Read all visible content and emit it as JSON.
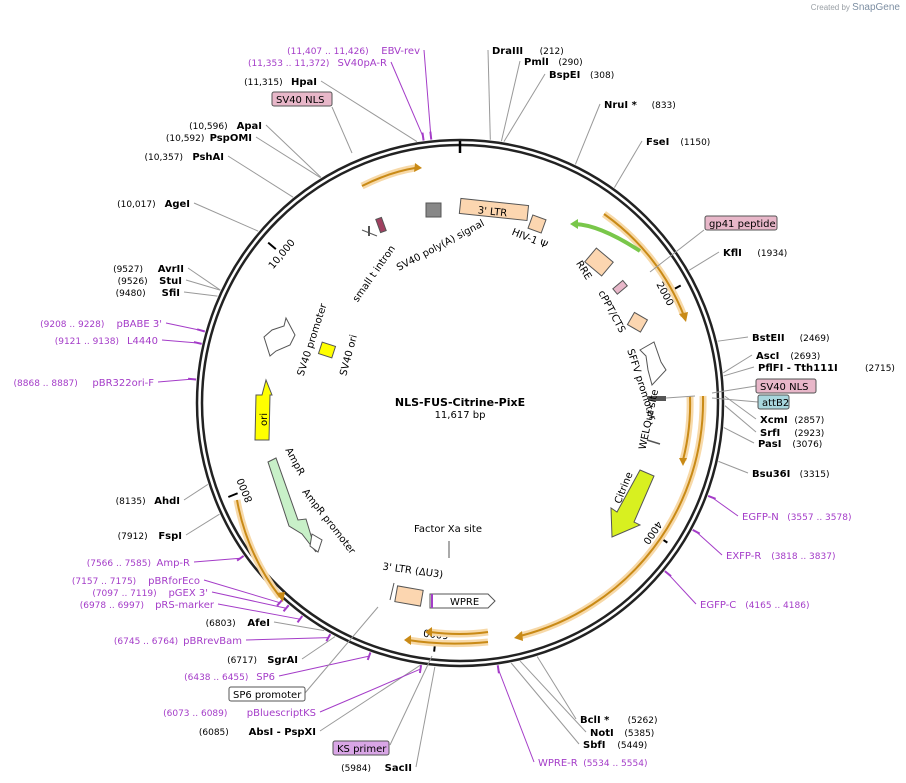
{
  "app": {
    "credit_prefix": "Created by",
    "credit_brand": "SnapGene"
  },
  "plasmid": {
    "name": "NLS-FUS-Citrine-PixE",
    "size_label": "11,617 bp",
    "length": 11617
  },
  "ticks": [
    {
      "pos": 2000,
      "label": "2000"
    },
    {
      "pos": 4000,
      "label": "4000"
    },
    {
      "pos": 6000,
      "label": "6000"
    },
    {
      "pos": 8000,
      "label": "8000"
    },
    {
      "pos": 10000,
      "label": "10,000"
    }
  ],
  "enzymes": [
    {
      "name": "DraIII",
      "pos": "(212)",
      "at": 212
    },
    {
      "name": "PmlI",
      "pos": "(290)",
      "at": 290
    },
    {
      "name": "BspEI",
      "pos": "(308)",
      "at": 308
    },
    {
      "name": "NruI *",
      "pos": "(833)",
      "at": 833
    },
    {
      "name": "FseI",
      "pos": "(1150)",
      "at": 1150
    },
    {
      "name": "KflI",
      "pos": "(1934)",
      "at": 1934
    },
    {
      "name": "BstEII",
      "pos": "(2469)",
      "at": 2469
    },
    {
      "name": "AscI",
      "pos": "(2693)",
      "at": 2693
    },
    {
      "name": "PflFI - Tth111I",
      "pos": "(2715)",
      "at": 2715
    },
    {
      "name": "XcmI",
      "pos": "(2857)",
      "at": 2857
    },
    {
      "name": "SrfI",
      "pos": "(2923)",
      "at": 2923
    },
    {
      "name": "PasI",
      "pos": "(3076)",
      "at": 3076
    },
    {
      "name": "Bsu36I",
      "pos": "(3315)",
      "at": 3315
    },
    {
      "name": "BclI *",
      "pos": "(5262)",
      "at": 5262
    },
    {
      "name": "NotI",
      "pos": "(5385)",
      "at": 5385
    },
    {
      "name": "SbfI",
      "pos": "(5449)",
      "at": 5449
    },
    {
      "name": "SacII",
      "pos": "(5984)",
      "at": 5984
    },
    {
      "name": "AbsI - PspXI",
      "pos": "(6085)",
      "at": 6085
    },
    {
      "name": "SgrAI",
      "pos": "(6717)",
      "at": 6717
    },
    {
      "name": "AfeI",
      "pos": "(6803)",
      "at": 6803
    },
    {
      "name": "FspI",
      "pos": "(7912)",
      "at": 7912
    },
    {
      "name": "AhdI",
      "pos": "(8135)",
      "at": 8135
    },
    {
      "name": "SfiI",
      "pos": "(9480)",
      "at": 9480
    },
    {
      "name": "StuI",
      "pos": "(9526)",
      "at": 9526
    },
    {
      "name": "AvrII",
      "pos": "(9527)",
      "at": 9527
    },
    {
      "name": "AgeI",
      "pos": "(10,017)",
      "at": 10017
    },
    {
      "name": "PshAI",
      "pos": "(10,357)",
      "at": 10357
    },
    {
      "name": "PspOMI",
      "pos": "(10,592)",
      "at": 10592
    },
    {
      "name": "ApaI",
      "pos": "(10,596)",
      "at": 10596
    },
    {
      "name": "HpaI",
      "pos": "(11,315)",
      "at": 11315
    }
  ],
  "primers": [
    {
      "name": "EBV-rev",
      "pos": "(11,407 .. 11,426)",
      "at": 11416
    },
    {
      "name": "SV40pA-R",
      "pos": "(11,353 .. 11,372)",
      "at": 11362
    },
    {
      "name": "EGFP-N",
      "pos": "(3557 .. 3578)",
      "at": 3567
    },
    {
      "name": "EXFP-R",
      "pos": "(3818 .. 3837)",
      "at": 3827
    },
    {
      "name": "EGFP-C",
      "pos": "(4165 .. 4186)",
      "at": 4175
    },
    {
      "name": "WPRE-R",
      "pos": "(5534 .. 5554)",
      "at": 5544
    },
    {
      "name": "pBluescriptKS",
      "pos": "(6073 .. 6089)",
      "at": 6081
    },
    {
      "name": "SP6",
      "pos": "(6438 .. 6455)",
      "at": 6446
    },
    {
      "name": "pBRrevBam",
      "pos": "(6745 .. 6764)",
      "at": 6754
    },
    {
      "name": "pRS-marker",
      "pos": "(6978 .. 6997)",
      "at": 6987
    },
    {
      "name": "pGEX 3'",
      "pos": "(7097 .. 7119)",
      "at": 7108
    },
    {
      "name": "pBRforEco",
      "pos": "(7157 .. 7175)",
      "at": 7166
    },
    {
      "name": "Amp-R",
      "pos": "(7566 .. 7585)",
      "at": 7575
    },
    {
      "name": "pBR322ori-F",
      "pos": "(8868 .. 8887)",
      "at": 8877
    },
    {
      "name": "L4440",
      "pos": "(9121 .. 9138)",
      "at": 9129
    },
    {
      "name": "pBABE 3'",
      "pos": "(9208 .. 9228)",
      "at": 9218
    }
  ],
  "boxed_labels": [
    {
      "name": "SV40 NLS",
      "color": "#e8b7c9"
    },
    {
      "name": "gp41 peptide",
      "color": "#e8b7c9"
    },
    {
      "name": "SV40 NLS",
      "color": "#e8b7c9"
    },
    {
      "name": "attB2",
      "color": "#a8d6dd"
    },
    {
      "name": "SP6 promoter",
      "color": "#ffffff"
    },
    {
      "name": "KS primer",
      "color": "#d9a6e6"
    }
  ],
  "features": [
    {
      "name": "3' LTR"
    },
    {
      "name": "HIV-1 Ψ"
    },
    {
      "name": "RRE"
    },
    {
      "name": "cPPT/CTS"
    },
    {
      "name": "SFFV promoter"
    },
    {
      "name": "WELQut site"
    },
    {
      "name": "Citrine"
    },
    {
      "name": "Factor Xa site"
    },
    {
      "name": "3' LTR (ΔU3)"
    },
    {
      "name": "WPRE"
    },
    {
      "name": "AmpR promoter"
    },
    {
      "name": "AmpR"
    },
    {
      "name": "ori"
    },
    {
      "name": "SV40 promoter"
    },
    {
      "name": "SV40 ori"
    },
    {
      "name": "small t intron"
    },
    {
      "name": "SV40 poly(A) signal"
    }
  ],
  "colors": {
    "primer": "#a43cc8",
    "orf": "#f5a623",
    "ampr": "#c8f0c8",
    "ori": "#ffff00",
    "ltr": "#fcd6b0",
    "citrine": "#d8f020",
    "hiv_arrow": "#79c74a"
  }
}
